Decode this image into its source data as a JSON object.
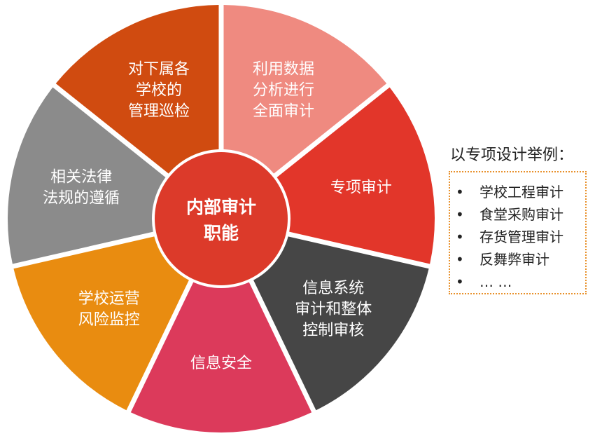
{
  "center": {
    "lines": [
      "内部审计",
      "职能"
    ],
    "color": "#dc3a2a"
  },
  "segments": [
    {
      "lines": [
        "利用数据",
        "分析进行",
        "全面审计"
      ],
      "color": "#ef8a80"
    },
    {
      "lines": [
        "专项审计"
      ],
      "color": "#e2362a"
    },
    {
      "lines": [
        "信息系统",
        "审计和整体",
        "控制审核"
      ],
      "color": "#464646"
    },
    {
      "lines": [
        "信息安全"
      ],
      "color": "#dc3a5b"
    },
    {
      "lines": [
        "学校运营",
        "风险监控"
      ],
      "color": "#e98c10"
    },
    {
      "lines": [
        "相关法律",
        "法规的遵循"
      ],
      "color": "#8b8b8b"
    },
    {
      "lines": [
        "对下属各",
        "学校的",
        "管理巡检"
      ],
      "color": "#d04b10"
    }
  ],
  "side": {
    "title": "以专项设计举例：",
    "bullet": "•",
    "items": [
      "学校工程审计",
      "食堂采购审计",
      "存货管理审计",
      "反舞弊审计",
      "… …"
    ]
  }
}
